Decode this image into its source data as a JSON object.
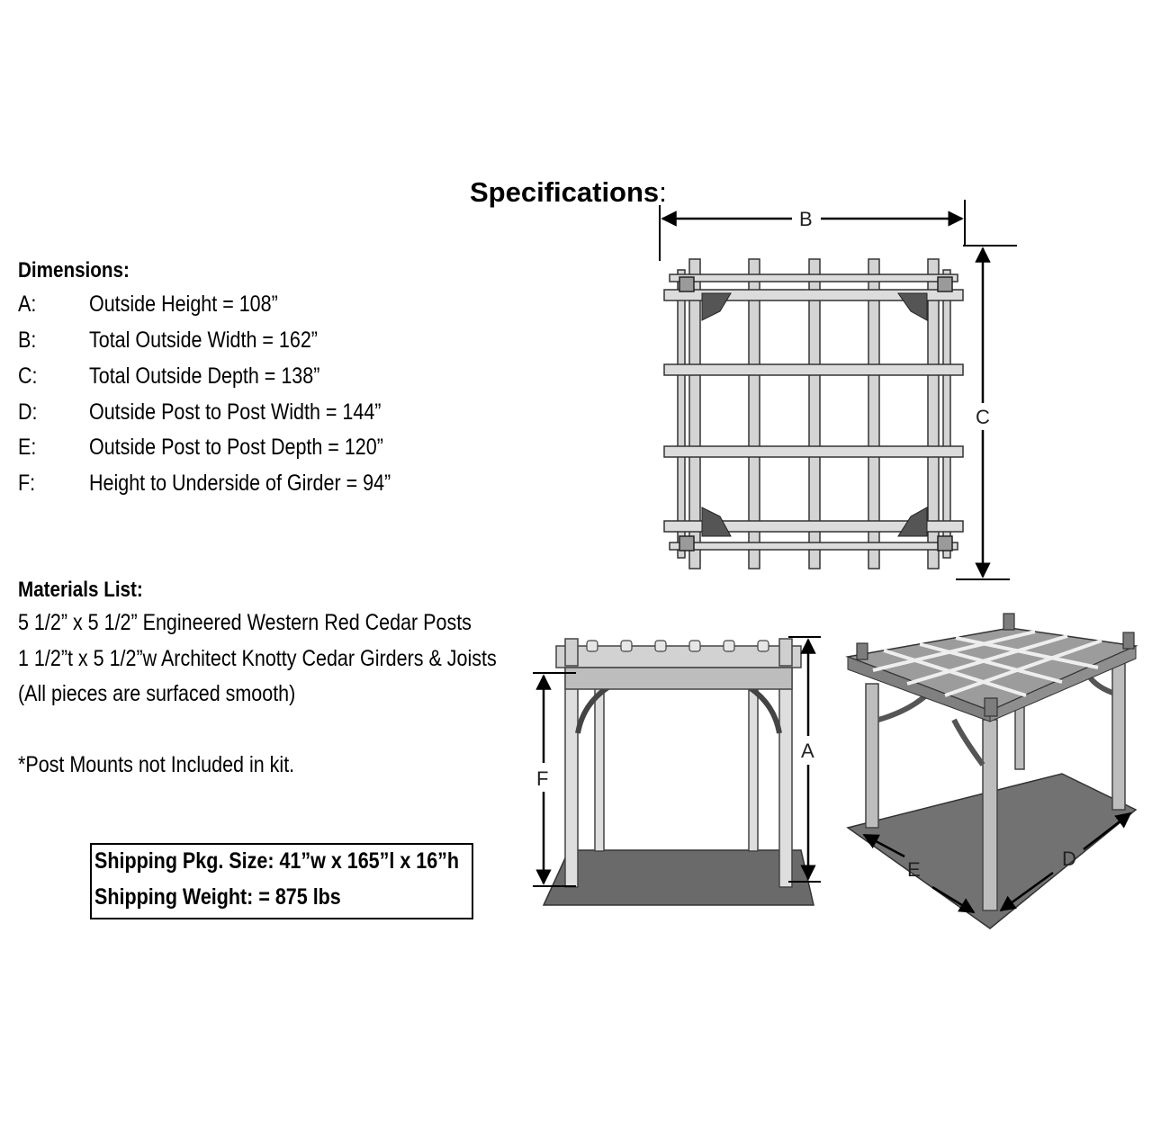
{
  "title": "Specifications",
  "title_colon": ":",
  "dimensions": {
    "heading": "Dimensions:",
    "rows": [
      {
        "letter": "A:",
        "desc": "Outside Height  = 108”"
      },
      {
        "letter": "B:",
        "desc": "Total Outside Width = 162”"
      },
      {
        "letter": "C:",
        "desc": "Total Outside Depth = 138”"
      },
      {
        "letter": "D:",
        "desc": "Outside Post to Post Width = 144”"
      },
      {
        "letter": "E:",
        "desc": "Outside Post to Post Depth = 120”"
      },
      {
        "letter": "F:",
        "desc": "Height to Underside of Girder  = 94”"
      }
    ]
  },
  "materials": {
    "heading": "Materials List:",
    "lines": [
      "5 1/2” x 5 1/2” Engineered Western Red Cedar Posts",
      "1 1/2”t x 5 1/2”w Architect Knotty Cedar Girders & Joists",
      "(All pieces are surfaced smooth)"
    ]
  },
  "post_note": "*Post Mounts not Included in kit.",
  "shipping": {
    "size": "Shipping Pkg. Size:  41”w x 165”l x 16”h",
    "weight": "Shipping Weight: = 875 lbs"
  },
  "diagram_labels": {
    "a": "A",
    "b": "B",
    "c": "C",
    "d": "D",
    "e": "E",
    "f": "F"
  },
  "colors": {
    "wood": "#d6d6d6",
    "wood_dark": "#8a8a8a",
    "ground": "#6e6e6e",
    "line": "#000000"
  }
}
